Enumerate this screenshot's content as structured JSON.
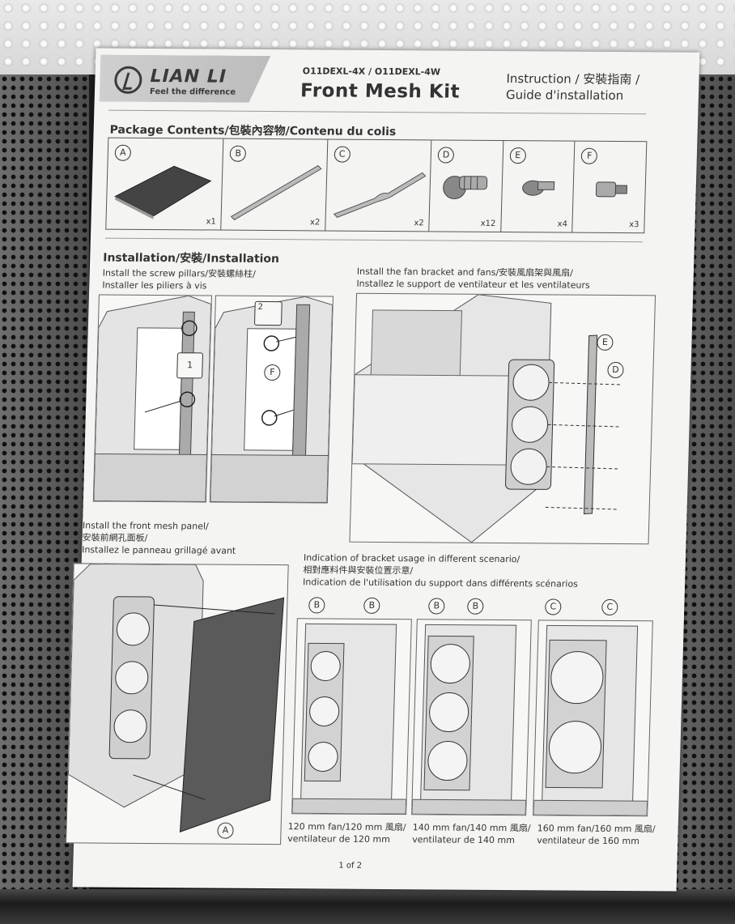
{
  "header": {
    "brand": "LIAN LI",
    "tagline": "Feel the difference",
    "model": "O11DEXL-4X / O11DEXL-4W",
    "title": "Front Mesh Kit",
    "instruction_line1": "Instruction / 安裝指南 /",
    "instruction_line2": "Guide d'installation"
  },
  "package": {
    "title": "Package Contents/包裝內容物/Contenu du colis",
    "items": [
      {
        "letter": "A",
        "qty": "x1",
        "icon": "mesh-panel-icon"
      },
      {
        "letter": "B",
        "qty": "x2",
        "icon": "straight-bracket-icon"
      },
      {
        "letter": "C",
        "qty": "x2",
        "icon": "curved-bracket-icon"
      },
      {
        "letter": "D",
        "qty": "x12",
        "icon": "fan-screw-icon"
      },
      {
        "letter": "E",
        "qty": "x4",
        "icon": "screw-icon"
      },
      {
        "letter": "F",
        "qty": "x3",
        "icon": "pillar-icon"
      }
    ]
  },
  "installation": {
    "title": "Installation/安裝/Installation",
    "step1": [
      "Install the screw pillars/安裝螺絲柱/",
      "Installer les piliers à vis"
    ],
    "step2": [
      "Install the fan bracket and fans/安裝風扇架與風扇/",
      "Installez le support de ventilateur et les ventilateurs"
    ],
    "step3": [
      "Install the front mesh panel/",
      "安裝前網孔面板/",
      "Installez le panneau grillagé avant"
    ],
    "step1_marks": {
      "n1": "1",
      "n2": "2",
      "f": "F"
    },
    "step2_marks": {
      "e": "E",
      "d": "D"
    },
    "step3_marks": {
      "a": "A"
    }
  },
  "scenario": {
    "title": [
      "Indication of bracket usage in different scenario/",
      "相對應料件與安裝位置示意/",
      "Indication de l'utilisation du support dans différents scénarios"
    ],
    "items": [
      {
        "letters": [
          "B",
          "B"
        ],
        "label1": "120 mm fan/120 mm 風扇/",
        "label2": "ventilateur de 120 mm",
        "fans": 3
      },
      {
        "letters": [
          "B",
          "B"
        ],
        "label1": "140 mm fan/140 mm 風扇/",
        "label2": "ventilateur de 140 mm",
        "fans": 3
      },
      {
        "letters": [
          "C",
          "C"
        ],
        "label1": "160 mm fan/160 mm 風扇/",
        "label2": "ventilateur de 160 mm",
        "fans": 2
      }
    ]
  },
  "page": "1 of 2"
}
